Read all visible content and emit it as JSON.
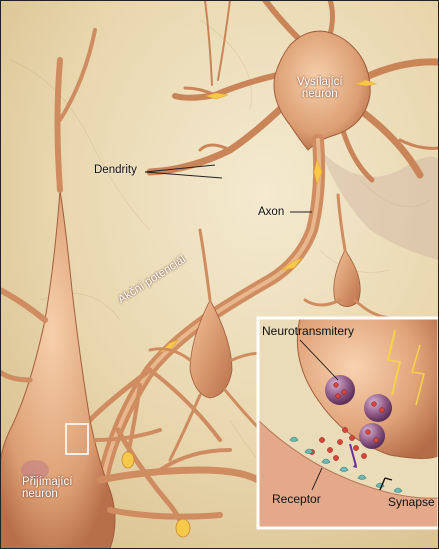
{
  "labels": {
    "sending_neuron_line1": "Vysílající",
    "sending_neuron_line2": "neuron",
    "dendrites": "Dendrity",
    "axon": "Axon",
    "action_potential": "Akční potenciál",
    "receiving_neuron_line1": "Přijímající",
    "receiving_neuron_line2": "neuron"
  },
  "inset": {
    "neurotransmitters": "Neurotransmitery",
    "receptor": "Receptor",
    "synapse": "Synapse"
  },
  "colors": {
    "background": "#efe3c2",
    "neuron_body": "#d99a6f",
    "neuron_highlight": "#f3c9a0",
    "neuron_edge": "#a25d3c",
    "impulse": "#f6c94a",
    "vesicle": "#8f5a86",
    "receptor": "#6fb9b4",
    "neurotransmitter": "#d6453c",
    "inset_frame": "#ffffff"
  }
}
